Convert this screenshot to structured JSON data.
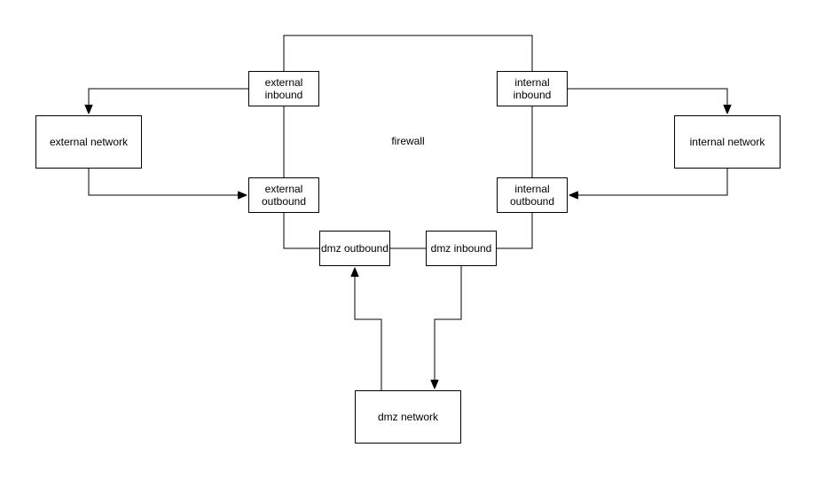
{
  "diagram": {
    "firewall_label": "firewall",
    "colors": {
      "stroke": "#000000",
      "background": "#ffffff",
      "text": "#000000"
    },
    "nodes": [
      {
        "id": "external-inbound",
        "label": "external\ninbound"
      },
      {
        "id": "external-network",
        "label": "external network"
      },
      {
        "id": "external-outbound",
        "label": "external\noutbound"
      },
      {
        "id": "internal-inbound",
        "label": "internal\ninbound"
      },
      {
        "id": "internal-network",
        "label": "internal network"
      },
      {
        "id": "internal-outbound",
        "label": "internal\noutbound"
      },
      {
        "id": "dmz-outbound",
        "label": "dmz outbound"
      },
      {
        "id": "dmz-inbound",
        "label": "dmz inbound"
      },
      {
        "id": "dmz-network",
        "label": "dmz network"
      }
    ],
    "edges": [
      {
        "from": "external-inbound",
        "to": "external-network",
        "arrow": true
      },
      {
        "from": "external-network",
        "to": "external-outbound",
        "arrow": true
      },
      {
        "from": "internal-inbound",
        "to": "internal-network",
        "arrow": true
      },
      {
        "from": "internal-network",
        "to": "internal-outbound",
        "arrow": true
      },
      {
        "from": "dmz-network",
        "to": "dmz-outbound",
        "arrow": true
      },
      {
        "from": "dmz-inbound",
        "to": "dmz-network",
        "arrow": true
      },
      {
        "from": "external-inbound",
        "to": "internal-inbound",
        "arrow": false
      },
      {
        "from": "external-inbound",
        "to": "external-outbound",
        "arrow": false
      },
      {
        "from": "internal-inbound",
        "to": "internal-outbound",
        "arrow": false
      },
      {
        "from": "external-outbound",
        "to": "dmz-outbound",
        "arrow": false
      },
      {
        "from": "internal-outbound",
        "to": "dmz-inbound",
        "arrow": false
      },
      {
        "from": "dmz-outbound",
        "to": "dmz-inbound",
        "arrow": false
      }
    ]
  }
}
